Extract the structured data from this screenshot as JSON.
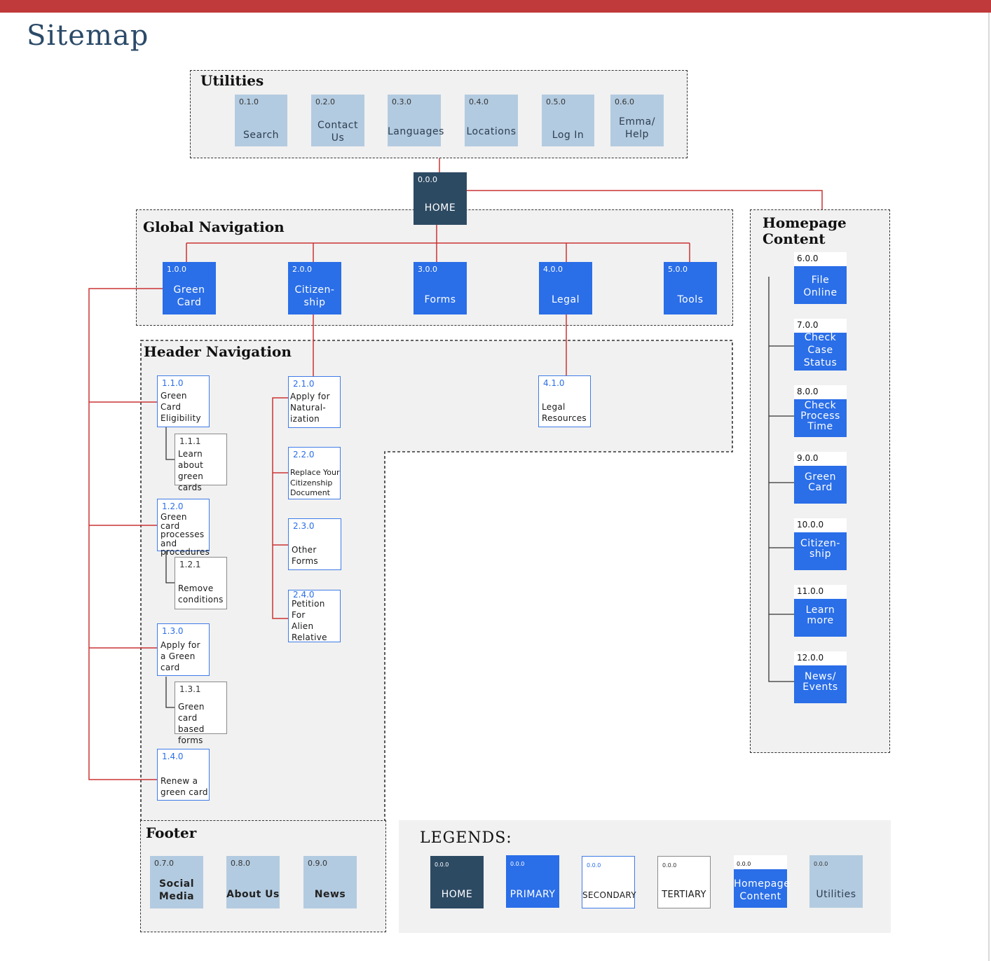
{
  "title": "Sitemap",
  "colors": {
    "primary": "#2a6ee8",
    "home": "#2d4a63",
    "utility": "#b3cbe0",
    "connector": "#cc3333",
    "accent_bar": "#c0393b"
  },
  "utilities": {
    "title": "Utilities",
    "items": [
      {
        "num": "0.1.0",
        "label": "Search"
      },
      {
        "num": "0.2.0",
        "label": "Contact\nUs"
      },
      {
        "num": "0.3.0",
        "label": "Languages"
      },
      {
        "num": "0.4.0",
        "label": "Locations"
      },
      {
        "num": "0.5.0",
        "label": "Log In"
      },
      {
        "num": "0.6.0",
        "label": "Emma/\nHelp"
      }
    ]
  },
  "home": {
    "num": "0.0.0",
    "label": "HOME"
  },
  "global_nav": {
    "title": "Global Navigation",
    "items": [
      {
        "num": "1.0.0",
        "label": "Green\nCard"
      },
      {
        "num": "2.0.0",
        "label": "Citizen-\nship"
      },
      {
        "num": "3.0.0",
        "label": "Forms"
      },
      {
        "num": "4.0.0",
        "label": "Legal"
      },
      {
        "num": "5.0.0",
        "label": "Tools"
      }
    ]
  },
  "header_nav": {
    "title": "Header Navigation",
    "secondary": [
      {
        "num": "1.1.0",
        "label": "Green\nCard\nEligibility"
      },
      {
        "num": "1.2.0",
        "label": "Green card\nprocesses\nand\nprocedures"
      },
      {
        "num": "1.3.0",
        "label": "Apply for\na Green\ncard"
      },
      {
        "num": "1.4.0",
        "label": "Renew a\ngreen card"
      },
      {
        "num": "2.1.0",
        "label": "Apply for\nNatural-\nization"
      },
      {
        "num": "2.2.0",
        "label": "Replace Your\nCitizenship\nDocument"
      },
      {
        "num": "2.3.0",
        "label": "Other\nForms"
      },
      {
        "num": "2.4.0",
        "label": "Petition\nFor\nAlien\nRelative"
      },
      {
        "num": "4.1.0",
        "label": "Legal\nResources"
      }
    ],
    "tertiary": [
      {
        "num": "1.1.1",
        "label": "Learn\nabout\ngreen cards"
      },
      {
        "num": "1.2.1",
        "label": "Remove\nconditions"
      },
      {
        "num": "1.3.1",
        "label": "Green card\nbased\nforms"
      }
    ]
  },
  "homepage_content": {
    "title": "Homepage\nContent",
    "items": [
      {
        "num": "6.0.0",
        "label": "File\nOnline"
      },
      {
        "num": "7.0.0",
        "label": "Check\nCase\nStatus"
      },
      {
        "num": "8.0.0",
        "label": "Check\nProcess\nTime"
      },
      {
        "num": "9.0.0",
        "label": "Green\nCard"
      },
      {
        "num": "10.0.0",
        "label": "Citizen-\nship"
      },
      {
        "num": "11.0.0",
        "label": "Learn\nmore"
      },
      {
        "num": "12.0.0",
        "label": "News/\nEvents"
      }
    ]
  },
  "footer": {
    "title": "Footer",
    "items": [
      {
        "num": "0.7.0",
        "label": "Social\nMedia"
      },
      {
        "num": "0.8.0",
        "label": "About Us"
      },
      {
        "num": "0.9.0",
        "label": "News"
      }
    ]
  },
  "legend": {
    "title": "LEGENDS:",
    "items": [
      {
        "num": "0.0.0",
        "label": "HOME"
      },
      {
        "num": "0.0.0",
        "label": "PRIMARY"
      },
      {
        "num": "0.0.0",
        "label": "SECONDARY"
      },
      {
        "num": "0.0.0",
        "label": "TERTIARY"
      },
      {
        "num": "0.0.0",
        "label": "Homepage\nContent"
      },
      {
        "num": "0.0.0",
        "label": "Utilities"
      }
    ]
  }
}
